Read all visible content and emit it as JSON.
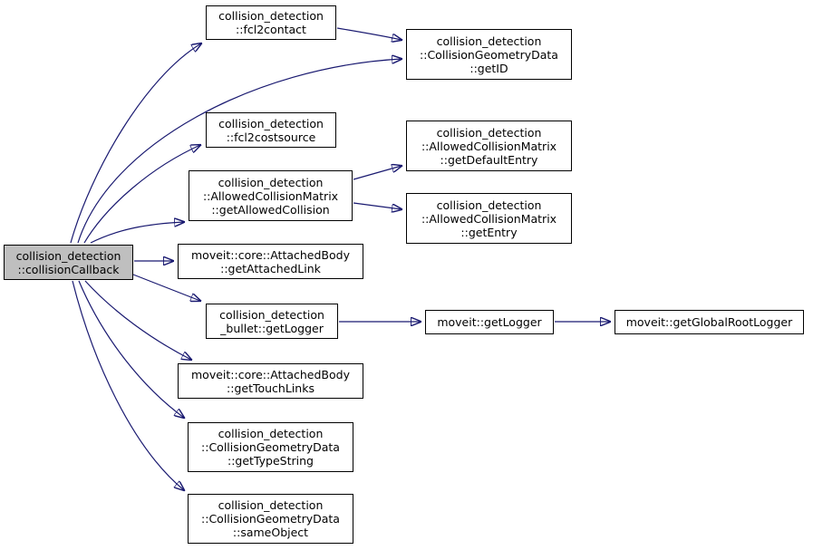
{
  "diagram": {
    "type": "call-graph",
    "colors": {
      "edge": "#191970",
      "node_border": "#000000",
      "node_fill": "#ffffff",
      "highlight_fill": "#bfbfbf",
      "text": "#000000",
      "background": "#ffffff"
    },
    "nodes": [
      {
        "id": "collisionCallback",
        "label": "collision_detection\n::collisionCallback",
        "highlighted": true
      },
      {
        "id": "fcl2contact",
        "label": "collision_detection\n::fcl2contact",
        "highlighted": false
      },
      {
        "id": "getID",
        "label": "collision_detection\n::CollisionGeometryData\n::getID",
        "highlighted": false
      },
      {
        "id": "fcl2costsource",
        "label": "collision_detection\n::fcl2costsource",
        "highlighted": false
      },
      {
        "id": "getAllowedCollision",
        "label": "collision_detection\n::AllowedCollisionMatrix\n::getAllowedCollision",
        "highlighted": false
      },
      {
        "id": "getDefaultEntry",
        "label": "collision_detection\n::AllowedCollisionMatrix\n::getDefaultEntry",
        "highlighted": false
      },
      {
        "id": "getEntry",
        "label": "collision_detection\n::AllowedCollisionMatrix\n::getEntry",
        "highlighted": false
      },
      {
        "id": "getAttachedLink",
        "label": "moveit::core::AttachedBody\n::getAttachedLink",
        "highlighted": false
      },
      {
        "id": "bulletGetLogger",
        "label": "collision_detection\n_bullet::getLogger",
        "highlighted": false
      },
      {
        "id": "moveitGetLogger",
        "label": "moveit::getLogger",
        "highlighted": false
      },
      {
        "id": "getGlobalRootLogger",
        "label": "moveit::getGlobalRootLogger",
        "highlighted": false
      },
      {
        "id": "getTouchLinks",
        "label": "moveit::core::AttachedBody\n::getTouchLinks",
        "highlighted": false
      },
      {
        "id": "getTypeString",
        "label": "collision_detection\n::CollisionGeometryData\n::getTypeString",
        "highlighted": false
      },
      {
        "id": "sameObject",
        "label": "collision_detection\n::CollisionGeometryData\n::sameObject",
        "highlighted": false
      }
    ],
    "edges": [
      {
        "from": "collisionCallback",
        "to": "fcl2contact"
      },
      {
        "from": "collisionCallback",
        "to": "getID"
      },
      {
        "from": "fcl2contact",
        "to": "getID"
      },
      {
        "from": "collisionCallback",
        "to": "fcl2costsource"
      },
      {
        "from": "collisionCallback",
        "to": "getAllowedCollision"
      },
      {
        "from": "getAllowedCollision",
        "to": "getDefaultEntry"
      },
      {
        "from": "getAllowedCollision",
        "to": "getEntry"
      },
      {
        "from": "collisionCallback",
        "to": "getAttachedLink"
      },
      {
        "from": "collisionCallback",
        "to": "bulletGetLogger"
      },
      {
        "from": "bulletGetLogger",
        "to": "moveitGetLogger"
      },
      {
        "from": "moveitGetLogger",
        "to": "getGlobalRootLogger"
      },
      {
        "from": "collisionCallback",
        "to": "getTouchLinks"
      },
      {
        "from": "collisionCallback",
        "to": "getTypeString"
      },
      {
        "from": "collisionCallback",
        "to": "sameObject"
      }
    ]
  }
}
